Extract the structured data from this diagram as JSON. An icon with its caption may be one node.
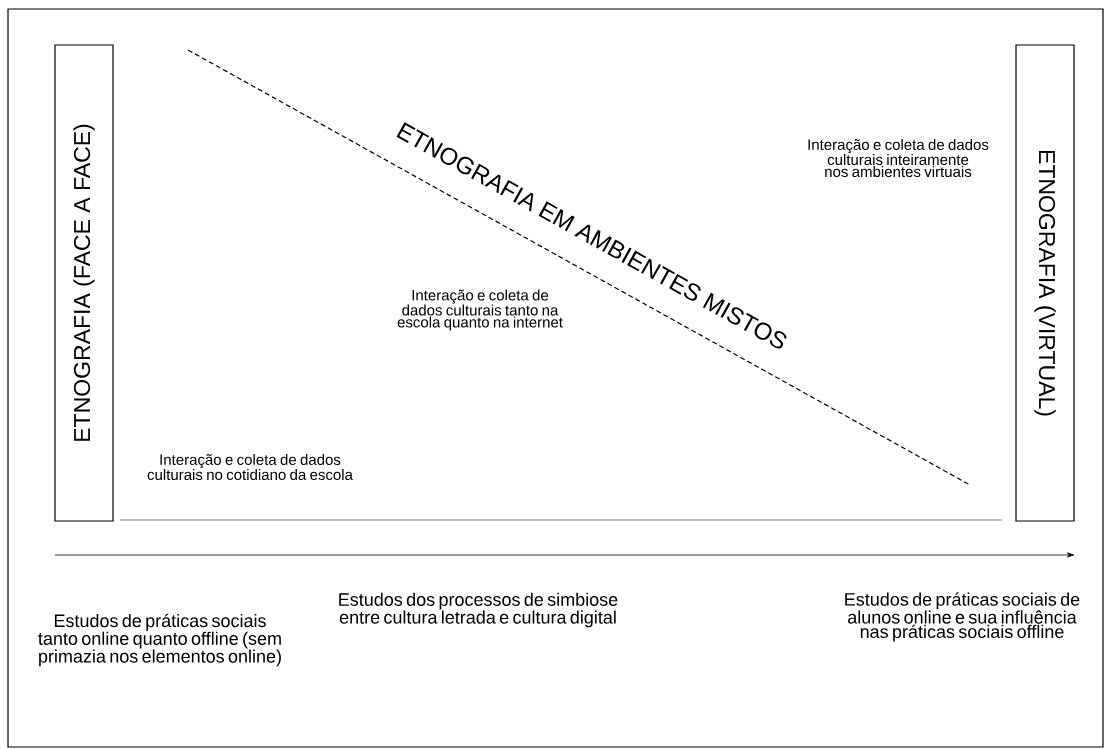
{
  "diagram": {
    "nodes": [
      {
        "text": [
          "ETNOGRAFIA (FACE A FACE)"
        ]
      },
      {
        "text": [
          "ETNOGRAFIA (VIRTUAL)"
        ]
      }
    ],
    "edges": [],
    "labels": [
      "ETNOGRAFIA EM AMBIENTES MISTOS",
      "Interação e coleta de dados culturais inteiramente nos ambientes virtuais",
      "Interação e coleta de dados culturais tanto na escola quanto na internet",
      "Interação e coleta de dados culturais no cotidiano da escola",
      "Estudos de práticas sociais tanto online quanto offline (sem primazia nos elementos online)",
      "Estudos dos processos de simbiose entre cultura letrada e cultura digital",
      "Estudos de práticas sociais de alunos online e sua influência nas práticas sociais offline"
    ]
  }
}
